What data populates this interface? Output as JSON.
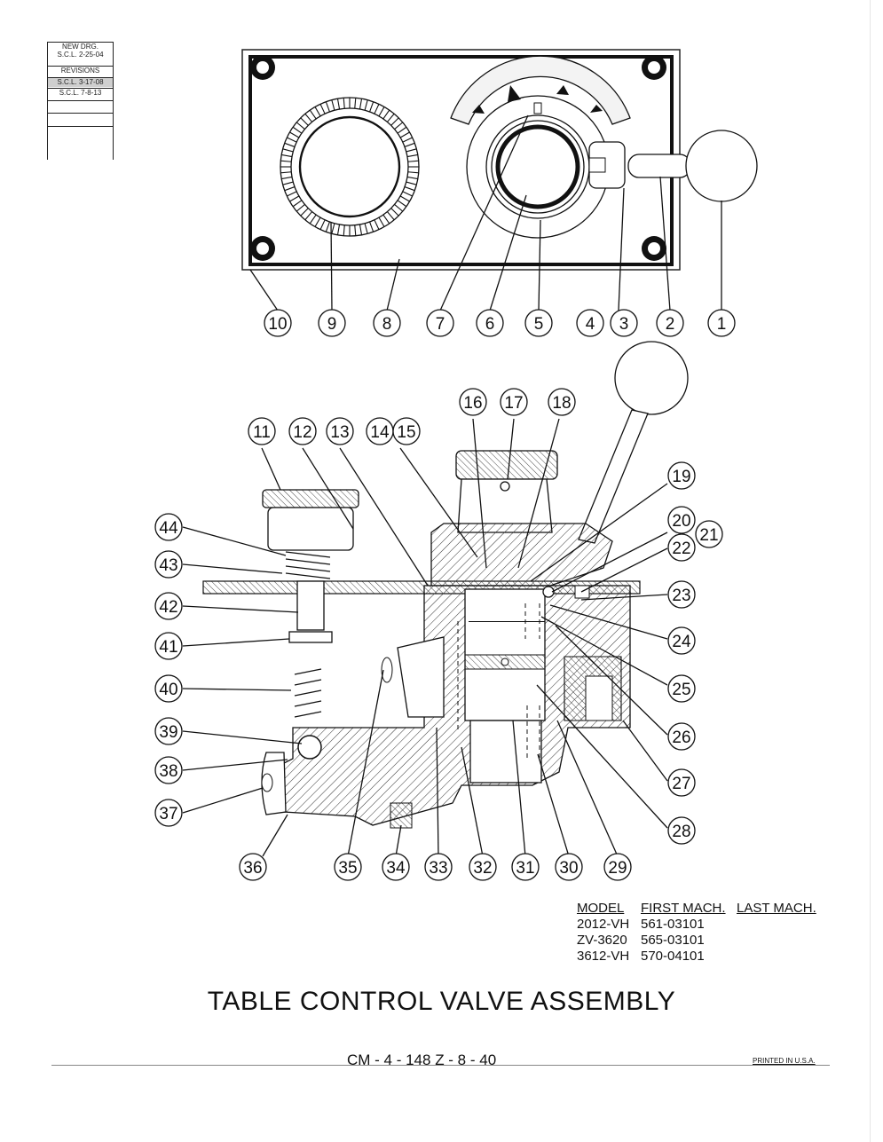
{
  "revision_block": {
    "rows": [
      "NEW DRG.",
      "S.C.L. 2-25-04",
      "REVISIONS",
      "S.C.L. 3-17-08",
      "S.C.L. 7-8-13"
    ]
  },
  "callouts": [
    "1",
    "2",
    "3",
    "4",
    "5",
    "6",
    "7",
    "8",
    "9",
    "10",
    "11",
    "12",
    "13",
    "14",
    "15",
    "16",
    "17",
    "18",
    "19",
    "20",
    "21",
    "22",
    "23",
    "24",
    "25",
    "26",
    "27",
    "28",
    "29",
    "30",
    "31",
    "32",
    "33",
    "34",
    "35",
    "36",
    "37",
    "38",
    "39",
    "40",
    "41",
    "42",
    "43",
    "44"
  ],
  "model_table": {
    "headers": [
      "MODEL",
      "FIRST MACH.",
      "LAST MACH."
    ],
    "rows": [
      [
        "2012-VH",
        "561-03101",
        ""
      ],
      [
        "ZV-3620",
        "565-03101",
        ""
      ],
      [
        "3612-VH",
        "570-04101",
        ""
      ]
    ]
  },
  "title": "TABLE CONTROL VALVE ASSEMBLY",
  "drawing_number": "CM - 4 - 148    Z - 8 - 40",
  "printed": "PRINTED IN U.S.A."
}
